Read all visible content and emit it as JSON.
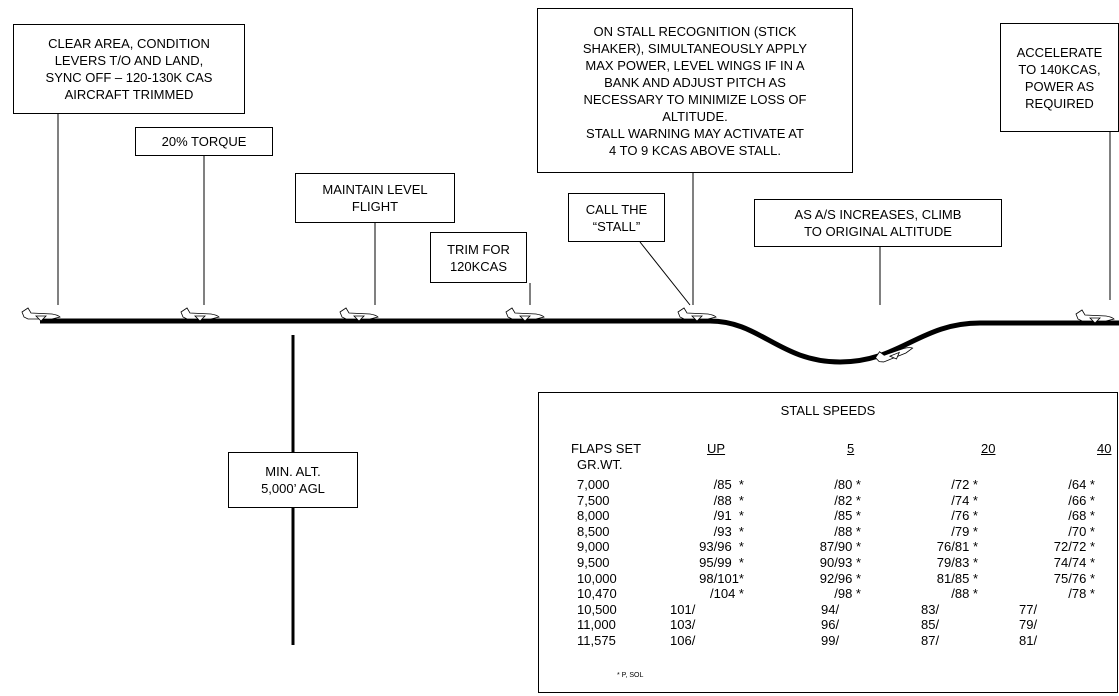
{
  "steps": {
    "clear_area": "CLEAR AREA, CONDITION\nLEVERS T/O AND LAND,\nSYNC OFF – 120-130K CAS\nAIRCRAFT TRIMMED",
    "torque": "20% TORQUE",
    "maintain": "MAINTAIN LEVEL\nFLIGHT",
    "trim": "TRIM FOR\n120KCAS",
    "call_stall": "CALL THE\n“STALL”",
    "recognition": "ON STALL RECOGNITION (STICK\nSHAKER), SIMULTANEOUSLY APPLY\nMAX POWER, LEVEL WINGS IF IN A\nBANK AND ADJUST PITCH AS\nNECESSARY TO MINIMIZE LOSS OF\nALTITUDE.\nSTALL WARNING MAY ACTIVATE AT\n4 TO 9 KCAS ABOVE STALL.",
    "climb": "AS A/S INCREASES, CLIMB\nTO ORIGINAL ALTITUDE",
    "accelerate": "ACCELERATE\nTO 140KCAS,\nPOWER AS\nREQUIRED",
    "min_alt": "MIN. ALT.\n5,000’ AGL"
  },
  "stall_table": {
    "title": "STALL SPEEDS",
    "flaps_label": "FLAPS SET",
    "grwt_label": "GR.WT.",
    "columns": [
      "UP",
      "5",
      "20",
      "40"
    ],
    "weights": [
      "7,000",
      "7,500",
      "8,000",
      "8,500",
      "9,000",
      "9,500",
      "10,000",
      "10,470",
      "10,500",
      "11,000",
      "11,575"
    ],
    "up": [
      "/85  *",
      "/88  *",
      "/91  *",
      "/93  *",
      "93/96  *",
      "95/99  *",
      "98/101*",
      "/104 *",
      "101/",
      "103/",
      "106/"
    ],
    "f5": [
      "/80 *",
      "/82 *",
      "/85 *",
      "/88 *",
      "87/90 *",
      "90/93 *",
      "92/96 *",
      "/98 *",
      "94/",
      "96/",
      "99/"
    ],
    "f20": [
      "/72 *",
      "/74 *",
      "/76 *",
      "/79 *",
      "76/81 *",
      "79/83 *",
      "81/85 *",
      "/88 *",
      "83/",
      "85/",
      "87/"
    ],
    "f40": [
      "/64 *",
      "/66 *",
      "/68 *",
      "/70 *",
      "72/72 *",
      "74/74 *",
      "75/76 *",
      "/78 *",
      "77/",
      "79/",
      "81/"
    ],
    "footnote": "* P, SOL"
  }
}
